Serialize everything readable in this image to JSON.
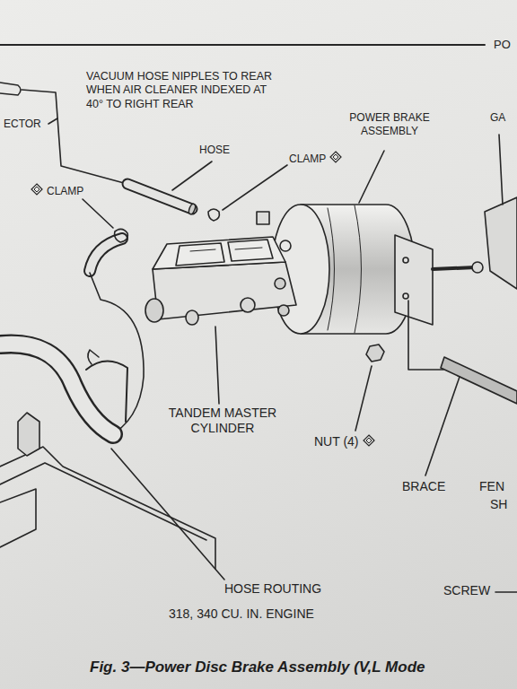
{
  "diagram": {
    "caption": "Fig. 3—Power Disc Brake Assembly (V,L Mode",
    "labels": [
      "PO",
      "ECTOR",
      "VACUUM HOSE NIPPLES TO REAR WHEN AIR CLEANER INDEXED AT 40° TO RIGHT REAR",
      "POWER BRAKE ASSEMBLY",
      "GA",
      "HOSE",
      "CLAMP",
      "CLAMP",
      "TANDEM MASTER CYLINDER",
      "NUT (4)",
      "BRACE",
      "FEN",
      "SH",
      "HOSE ROUTING",
      "318, 340 CU. IN. ENGINE",
      "SCREW"
    ]
  }
}
